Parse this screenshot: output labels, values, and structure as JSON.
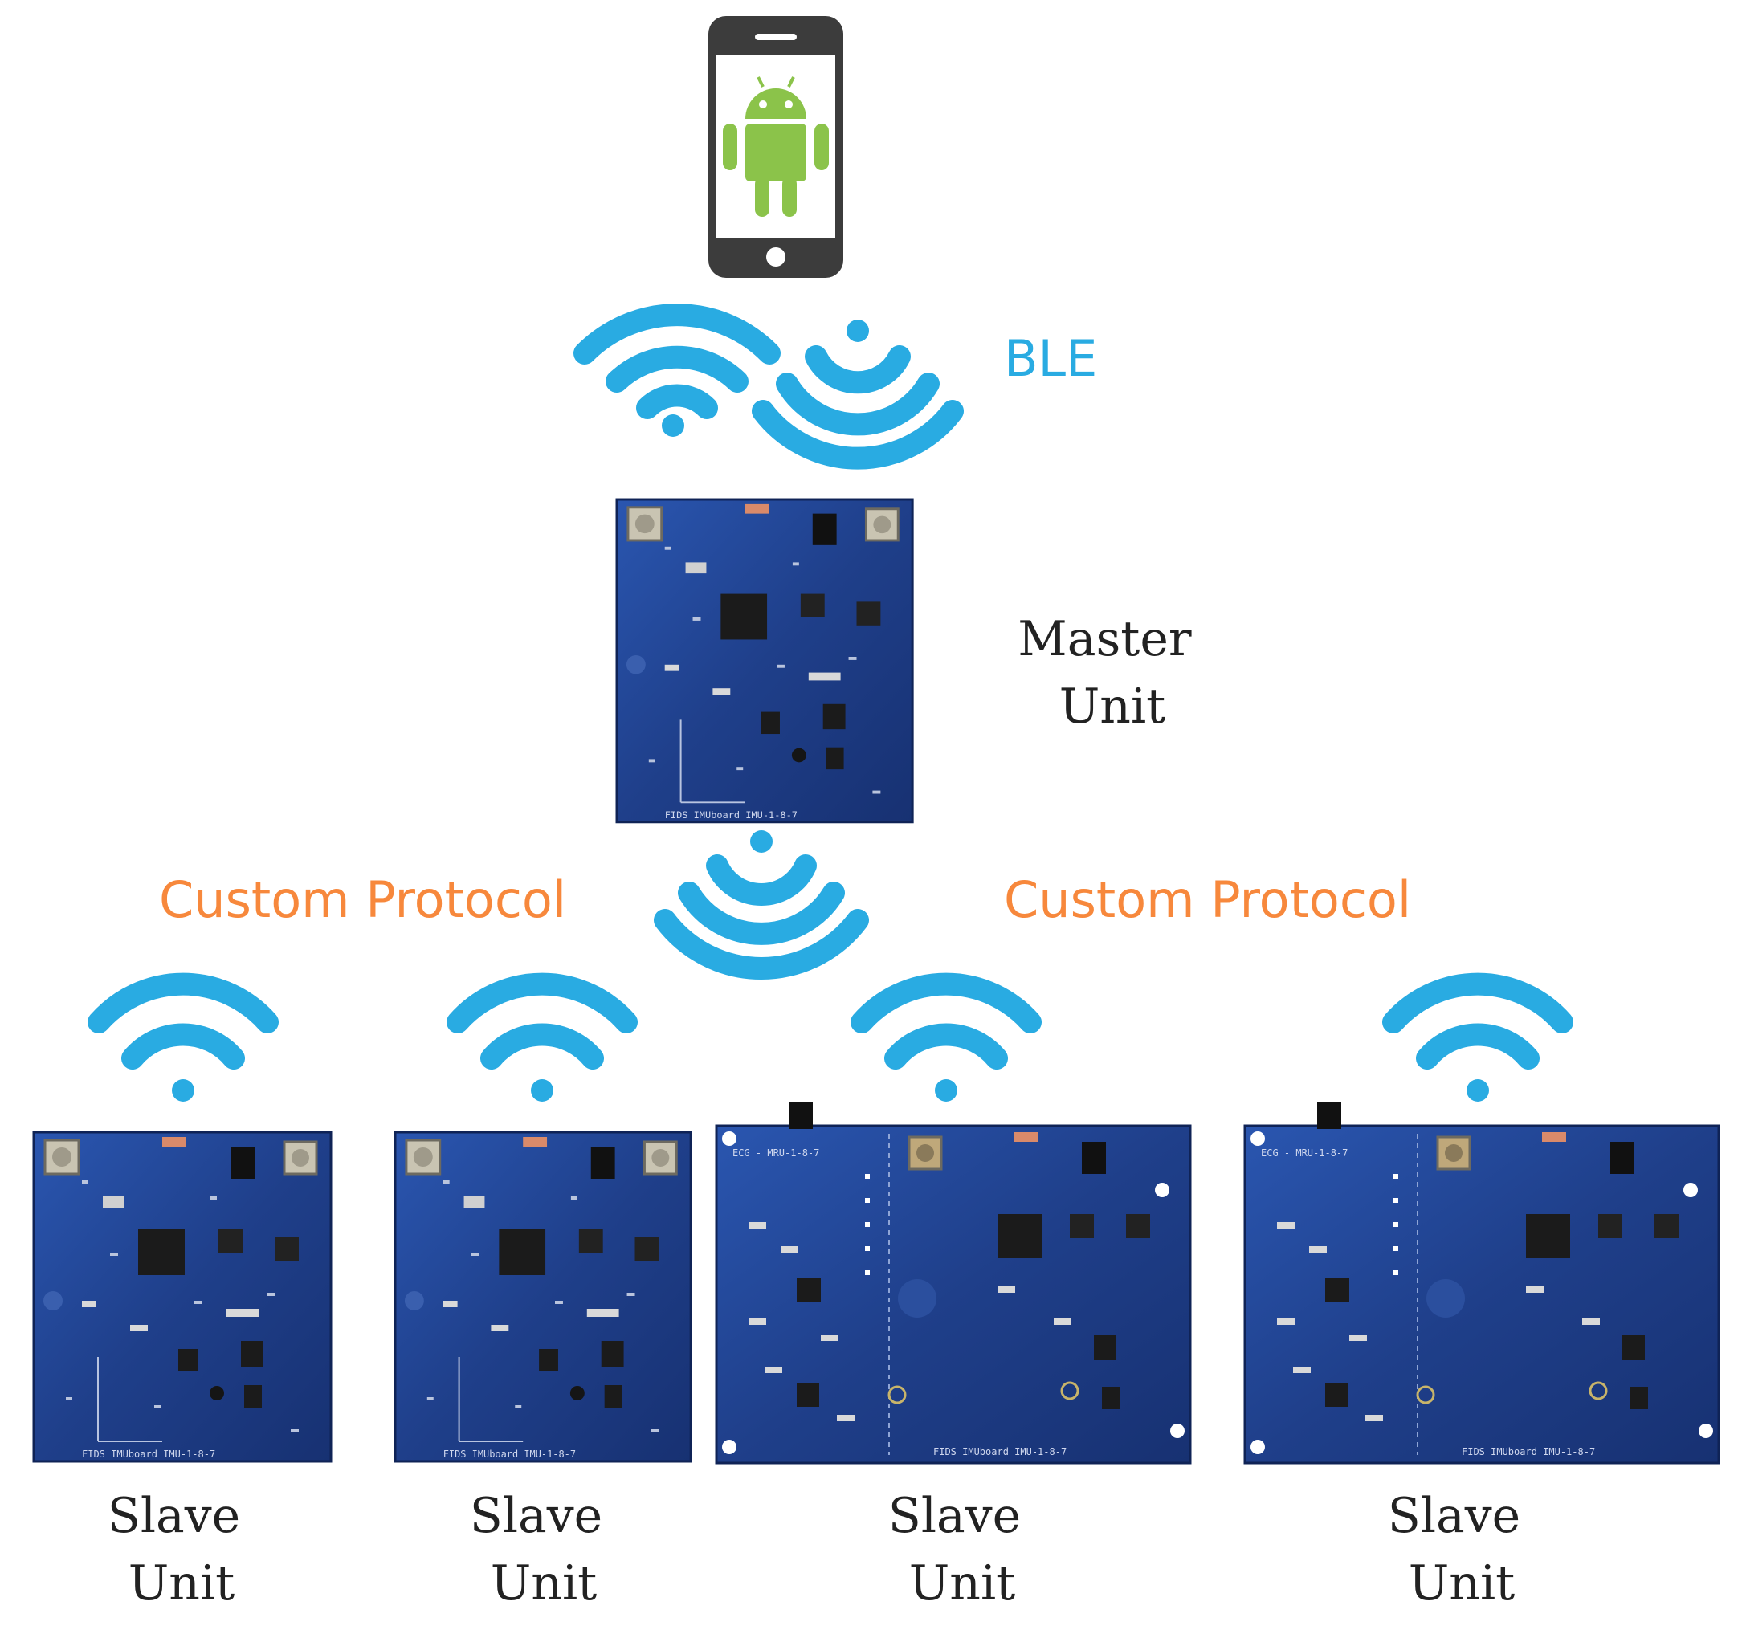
{
  "phone": {
    "icon": "android-phone-icon"
  },
  "links": {
    "phone_master": "BLE",
    "master_slaves_left": "Custom Protocol",
    "master_slaves_right": "Custom Protocol"
  },
  "master": {
    "line1": "Master",
    "line2": "Unit"
  },
  "slaves": [
    {
      "line1": "Slave",
      "line2": "Unit",
      "board": "small"
    },
    {
      "line1": "Slave",
      "line2": "Unit",
      "board": "small"
    },
    {
      "line1": "Slave",
      "line2": "Unit",
      "board": "large"
    },
    {
      "line1": "Slave",
      "line2": "Unit",
      "board": "large"
    }
  ],
  "colors": {
    "wireless": "#29abe2",
    "custom_protocol": "#f7883c",
    "board": "#1f3f8a",
    "phone_body": "#3c3c3c",
    "android": "#8bc34a"
  }
}
